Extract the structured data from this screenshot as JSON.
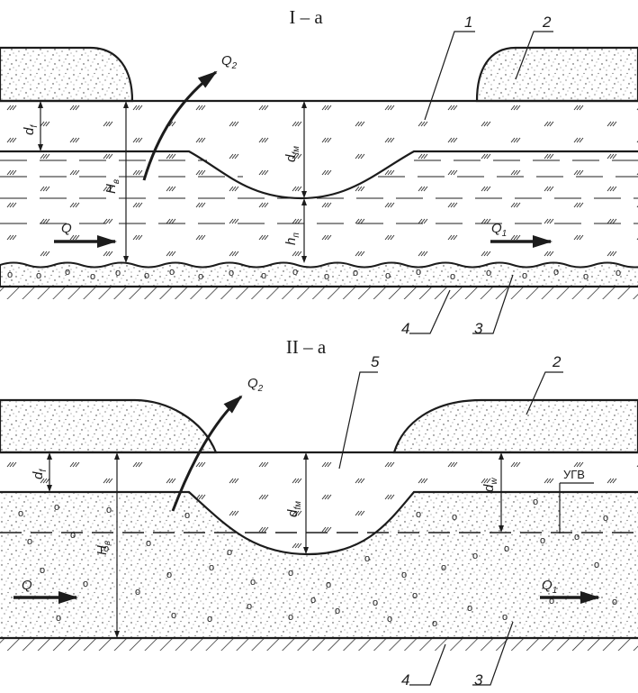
{
  "panel_top": {
    "title": "I – a",
    "callouts": {
      "c1": "1",
      "c2": "2",
      "c3": "3",
      "c4": "4"
    },
    "flows": {
      "q_in": "Q",
      "q_out_main": "Q",
      "q_out_sub": "1",
      "q_up_main": "Q",
      "q_up_sub": "2"
    },
    "dims": {
      "df_main": "d",
      "df_sub": "f",
      "dfm_main": "d",
      "dfm_sub": "fм",
      "hb_main": "H",
      "hb_sub": "в",
      "hn_main": "h",
      "hn_sub": "п"
    }
  },
  "panel_bottom": {
    "title": "II – a",
    "callouts": {
      "c5": "5",
      "c2": "2",
      "c3": "3",
      "c4": "4"
    },
    "flows": {
      "q_in": "Q",
      "q_out_main": "Q",
      "q_out_sub": "1",
      "q_up_main": "Q",
      "q_up_sub": "2"
    },
    "dims": {
      "df_main": "d",
      "df_sub": "f",
      "dfm_main": "d",
      "dfm_sub": "fм",
      "hb_main": "H",
      "hb_sub": "в",
      "dw_main": "d",
      "dw_sub": "w"
    },
    "groundwater_label": "УГВ"
  },
  "colors": {
    "ink": "#1c1c1c",
    "background": "#ffffff"
  }
}
